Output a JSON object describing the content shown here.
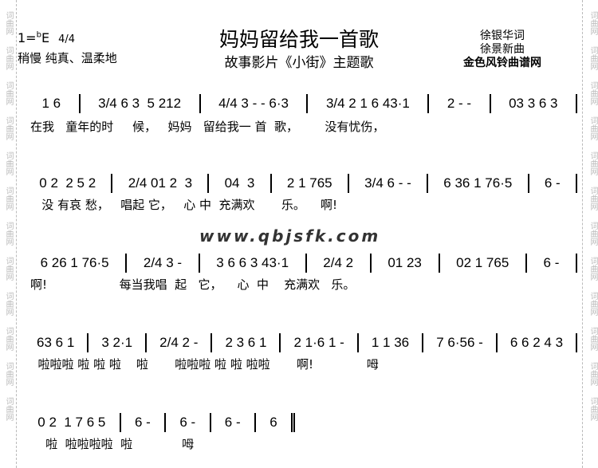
{
  "side_watermark": "词曲网",
  "header": {
    "key": "1=",
    "flat": "b",
    "key_note": "E",
    "time_signature": "4/4",
    "tempo": "稍慢 纯真、温柔地",
    "title": "妈妈留给我一首歌",
    "subtitle": "故事影片《小街》主题歌",
    "lyricist": "徐银华词",
    "composer": "徐景新曲",
    "source": "金色风铃曲谱网"
  },
  "watermark": "www.qbjsfk.com",
  "rows": [
    {
      "measures": [
        "1 6",
        "3/4 6 3  5 212",
        "4/4 3 - - 6·3",
        "3/4 2 1 6 43·1",
        "2 - -",
        "03 3 6 3"
      ],
      "lyrics": "在我   童年的时     候，   妈妈   留给我一 首  歌，       没有忧伤，"
    },
    {
      "measures": [
        "0 2  2 5 2",
        "2/4 01 2  3",
        "04  3",
        "2 1 765",
        "3/4 6 - -",
        "6 36 1 76·5",
        "6 -"
      ],
      "lyrics": "   没 有哀 愁，   唱起 它，   心 中  充满欢       乐。    啊!"
    },
    {
      "measures": [
        "6 26 1 76·5",
        "2/4 3 -",
        "3 6 6 3 43·1",
        "2/4 2",
        "01 23",
        "02 1 765",
        "6 -"
      ],
      "lyrics": "啊!                   每当我唱  起   它，    心  中    充满欢   乐。"
    },
    {
      "measures": [
        "63 6 1",
        "3 2·1",
        "2/4 2 -",
        "2 3 6 1",
        "2 1·6 1 -",
        "1 1 36",
        "7 6·56 -",
        "6 6 2 4 3"
      ],
      "lyrics": "  啦啦啦 啦 啦 啦    啦       啦啦啦 啦 啦 啦啦       啊!              呣"
    },
    {
      "measures": [
        "0 2  1 7 6 5",
        "6 -",
        "6 -",
        "6 -",
        "6"
      ],
      "lyrics": "    啦  啦啦啦啦  啦             呣"
    }
  ]
}
